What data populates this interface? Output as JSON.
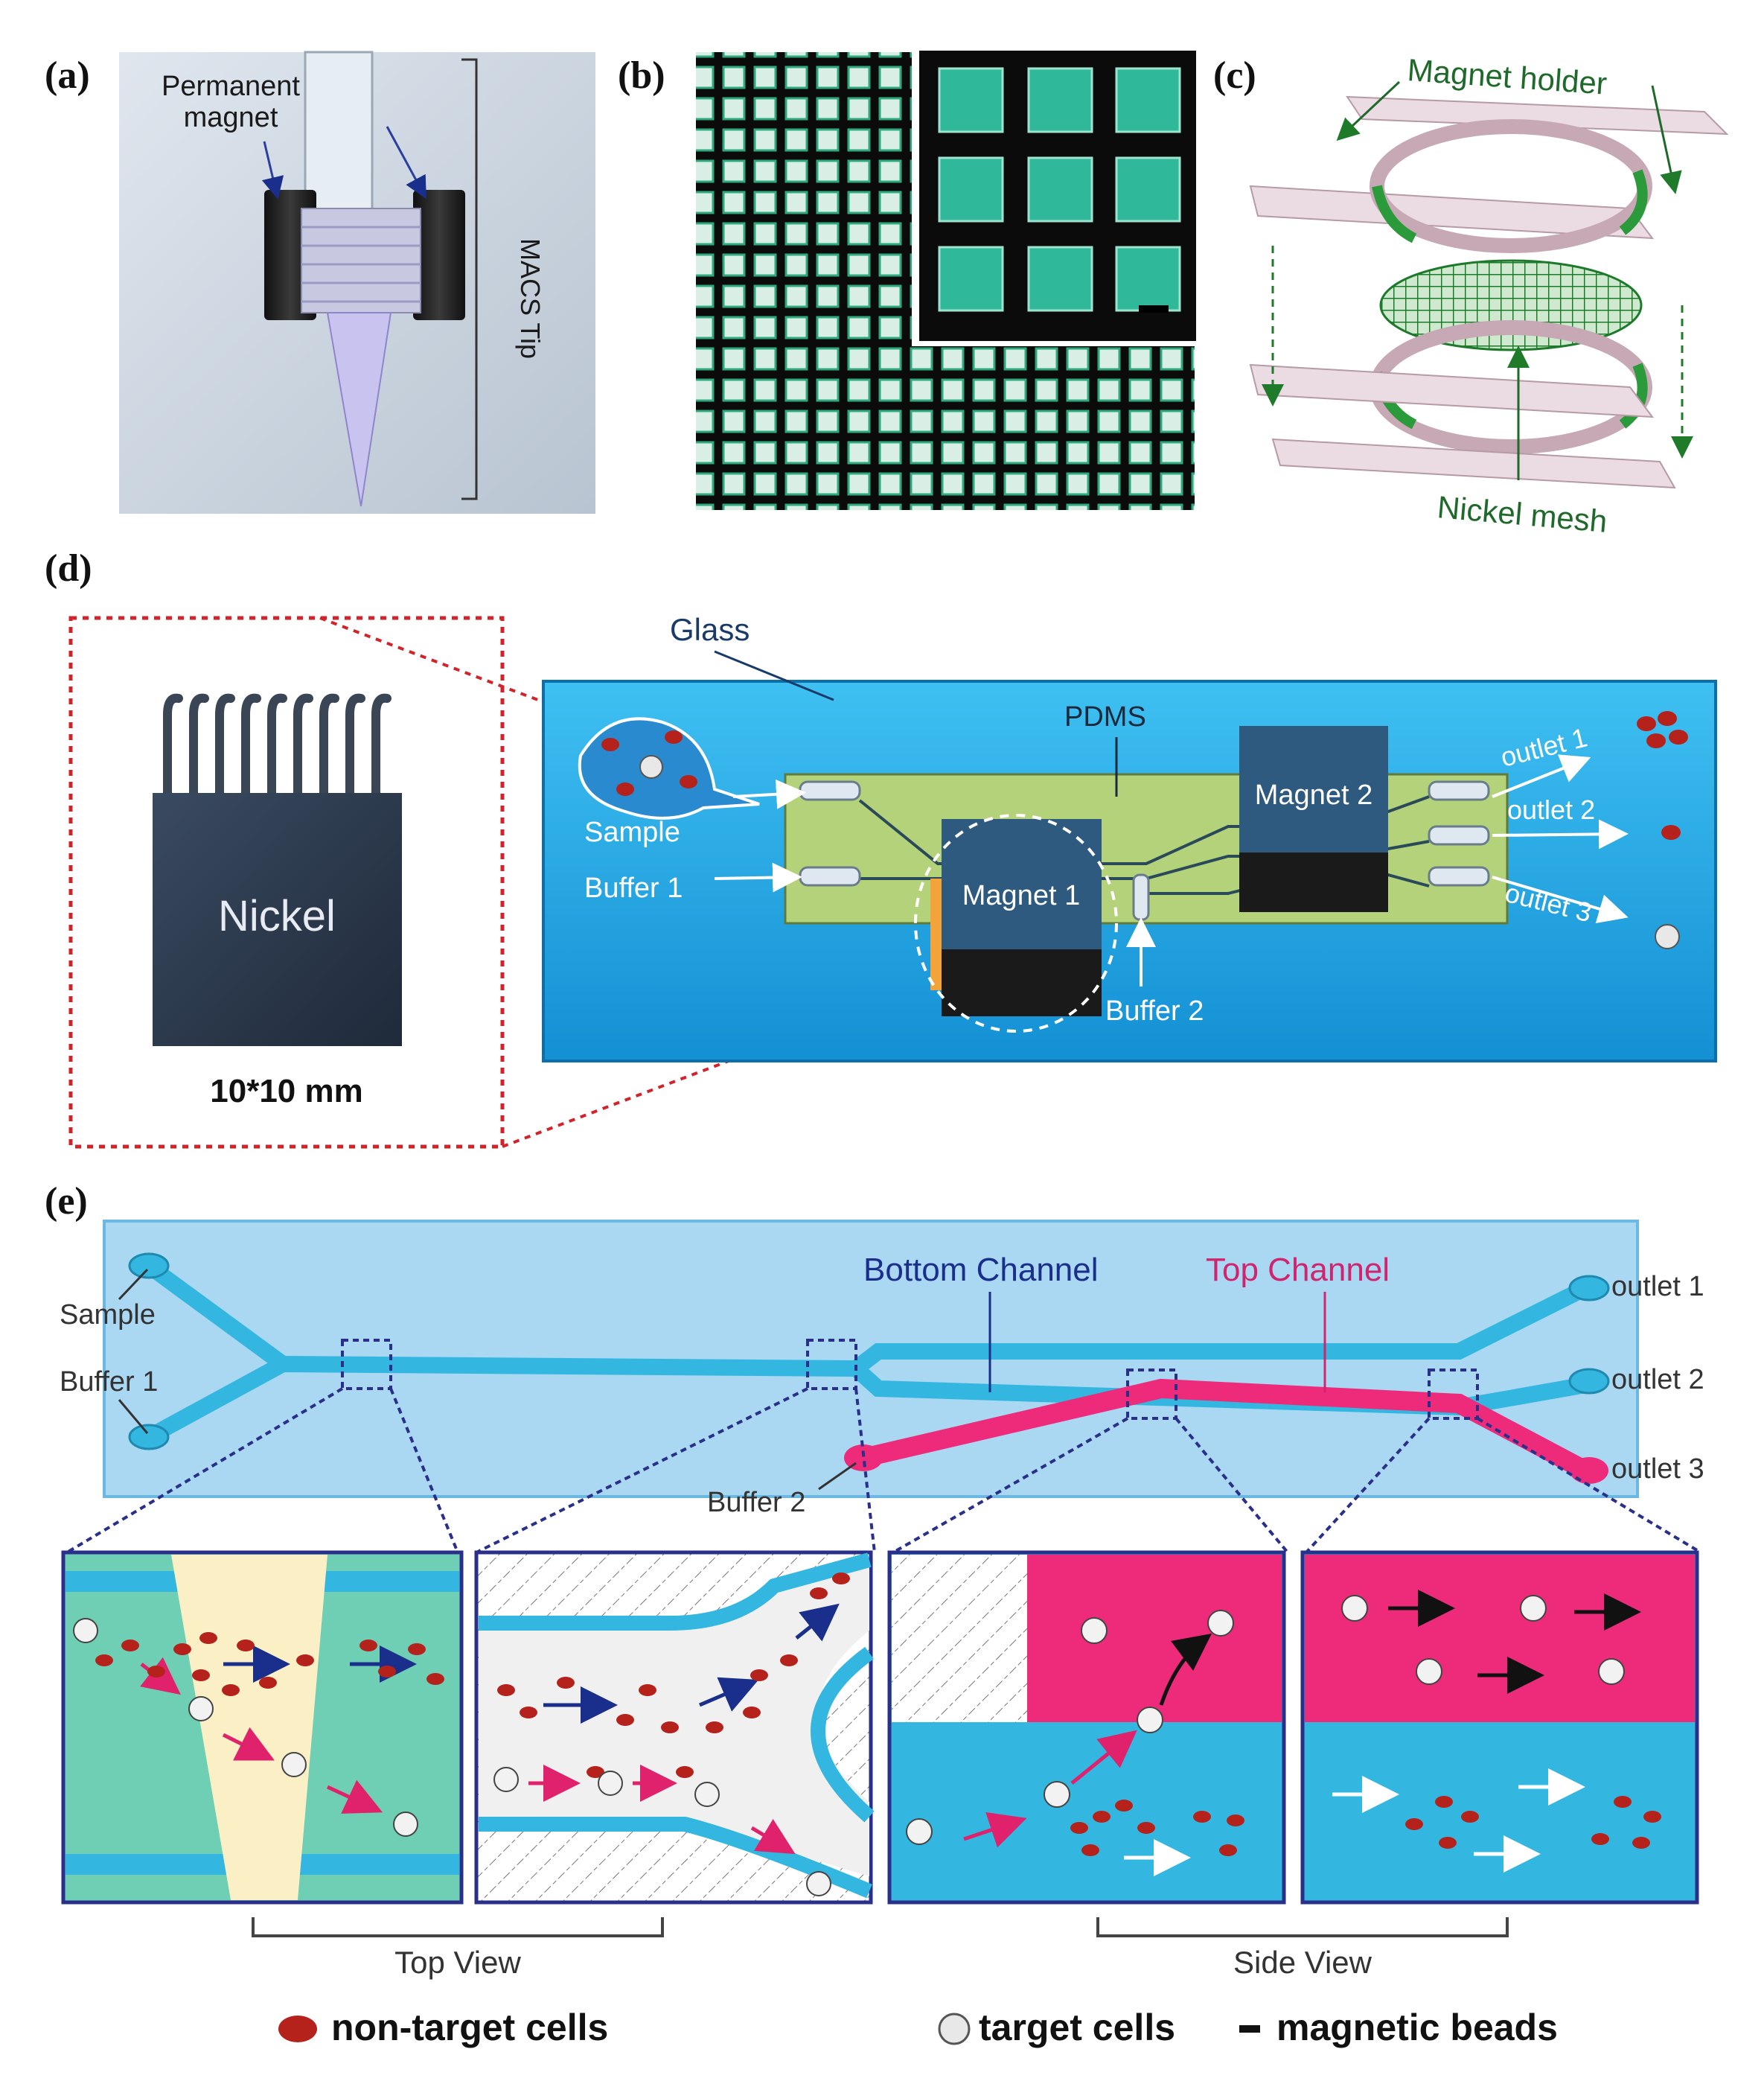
{
  "panels": {
    "a": {
      "label": "(a)",
      "magnet_label_line1": "Permanent",
      "magnet_label_line2": "magnet",
      "tip_label": "MACS Tip"
    },
    "b": {
      "label": "(b)"
    },
    "c": {
      "label": "(c)",
      "magnet_holder": "Magnet holder",
      "nickel_mesh": "Nickel mesh"
    },
    "d": {
      "label": "(d)",
      "glass": "Glass",
      "pdms": "PDMS",
      "sample": "Sample",
      "buffer1": "Buffer 1",
      "buffer2": "Buffer 2",
      "magnet1": "Magnet 1",
      "magnet2": "Magnet 2",
      "outlet1": "outlet 1",
      "outlet2": "outlet 2",
      "outlet3": "outlet 3",
      "nickel": "Nickel",
      "nickel_size": "10*10 mm"
    },
    "e": {
      "label": "(e)",
      "sample": "Sample",
      "buffer1": "Buffer 1",
      "buffer2": "Buffer 2",
      "bottom_channel": "Bottom Channel",
      "top_channel": "Top Channel",
      "outlet1": "outlet 1",
      "outlet2": "outlet 2",
      "outlet3": "outlet 3",
      "top_view": "Top View",
      "side_view": "Side View"
    }
  },
  "legend": {
    "non_target": "non-target cells",
    "target": "target cells",
    "beads": "magnetic beads"
  },
  "colors": {
    "glass_blue": "#1ea8e6",
    "channel_cyan": "#3fc6e6",
    "top_channel_pink": "#ee2a7b",
    "mesh_green": "#2fb89a",
    "pdms_green": "#b4d27a",
    "cell_red": "#b5221c",
    "zoom_border": "#2a2f8a"
  }
}
